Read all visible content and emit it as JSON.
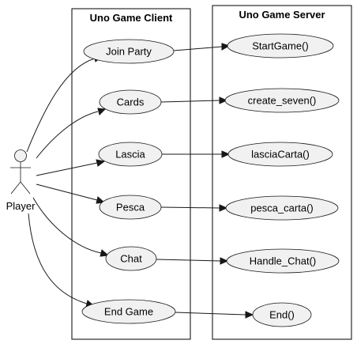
{
  "actor": {
    "name": "Player"
  },
  "client": {
    "title": "Uno Game Client",
    "use_cases": [
      "Join Party",
      "Cards",
      "Lascia",
      "Pesca",
      "Chat",
      "End Game"
    ]
  },
  "server": {
    "title": "Uno Game Server",
    "use_cases": [
      "StartGame()",
      "create_seven()",
      "lasciaCarta()",
      "pesca_carta()",
      "Handle_Chat()",
      "End()"
    ]
  },
  "edges": [
    {
      "from": "Player",
      "to": "Join Party"
    },
    {
      "from": "Player",
      "to": "Cards"
    },
    {
      "from": "Player",
      "to": "Lascia"
    },
    {
      "from": "Player",
      "to": "Pesca"
    },
    {
      "from": "Player",
      "to": "Chat"
    },
    {
      "from": "Player",
      "to": "End Game"
    },
    {
      "from": "Join Party",
      "to": "StartGame()"
    },
    {
      "from": "Cards",
      "to": "create_seven()"
    },
    {
      "from": "Lascia",
      "to": "lasciaCarta()"
    },
    {
      "from": "Pesca",
      "to": "pesca_carta()"
    },
    {
      "from": "Chat",
      "to": "Handle_Chat()"
    },
    {
      "from": "End Game",
      "to": "End()"
    }
  ]
}
